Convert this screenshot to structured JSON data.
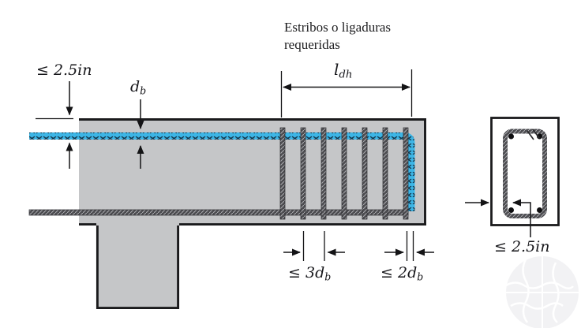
{
  "diagram": {
    "note": {
      "line1": "Estribos o ligaduras",
      "line2": "requeridas"
    },
    "dims": {
      "cover_top": "≤ 2.5in",
      "bar_dia": {
        "base": "d",
        "sub": "b"
      },
      "dev_length": {
        "base": "l",
        "sub": "dh"
      },
      "stirrup_spacing": {
        "prefix": "≤ 3",
        "base": "d",
        "sub": "b"
      },
      "tail_spacing": {
        "prefix": "≤ 2",
        "base": "d",
        "sub": "b"
      },
      "cover_section": "≤ 2.5in"
    },
    "stirrup_count": 7,
    "colors": {
      "concrete": "#c5c6c8",
      "concrete_sec": "#d3d4d6",
      "outline": "#1a1a1c",
      "dim": "#141416",
      "bar_blue": "#3db5e5",
      "bar_hatch": "#14384e",
      "steel_dark": "#4c4c50",
      "steel_light": "#a8a9ad"
    }
  }
}
